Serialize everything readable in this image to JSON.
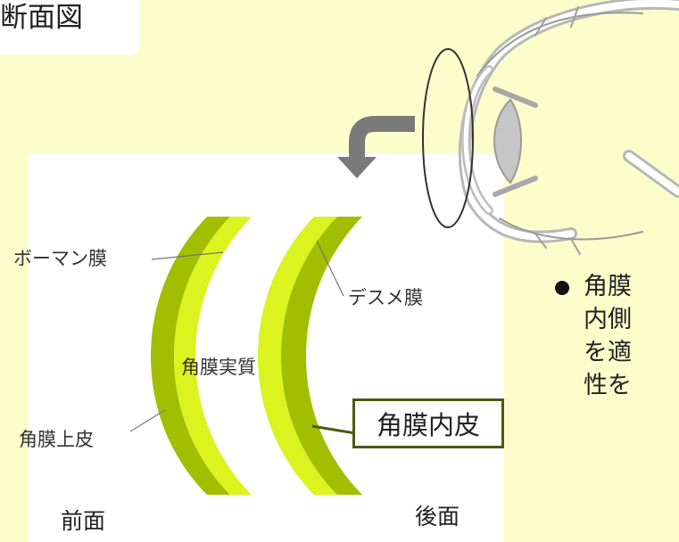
{
  "title": "断面図",
  "labels": {
    "bowman": "ボーマン膜",
    "descemet": "デスメ膜",
    "stroma": "角膜実質",
    "epithelium": "角膜上皮",
    "endothelium": "角膜内皮",
    "front": "前面",
    "back": "後面"
  },
  "bullet": {
    "lines": [
      "角膜",
      "内側",
      "を適",
      "性を"
    ]
  },
  "colors": {
    "background": "#fbfecb",
    "layer_dark": "#a2be00",
    "layer_light": "#dbf31e",
    "arrow": "#7a7a7a",
    "endothelium_border": "#4a5a10"
  }
}
